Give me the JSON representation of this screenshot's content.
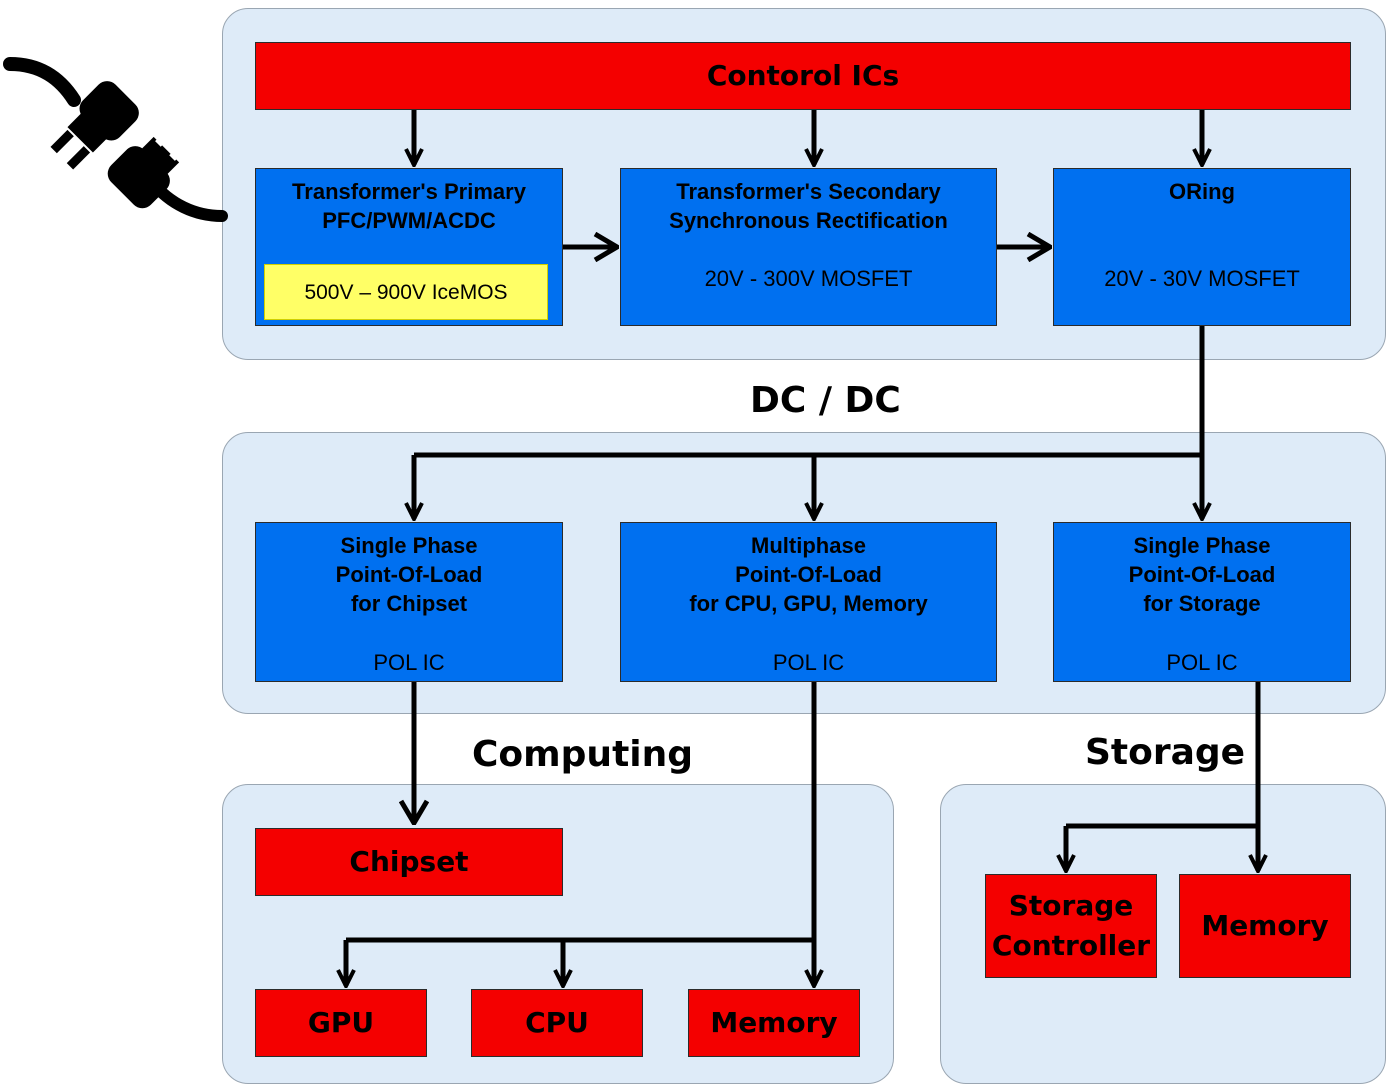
{
  "headings": {
    "dcdc": "DC / DC",
    "computing": "Computing",
    "storage": "Storage"
  },
  "acdc": {
    "control_ics": "Contorol ICs",
    "primary": {
      "title": "Transformer's Primary\nPFC/PWM/ACDC",
      "chip": "500V – 900V IceMOS"
    },
    "secondary": {
      "title": "Transformer's Secondary\nSynchronous Rectification",
      "sub": "20V - 300V MOSFET"
    },
    "oring": {
      "title": "ORing",
      "sub": "20V - 30V MOSFET"
    }
  },
  "dcdc": {
    "chipset_pol": {
      "title": "Single Phase\nPoint-Of-Load\nfor Chipset",
      "sub": "POL IC"
    },
    "multiphase_pol": {
      "title": "Multiphase\nPoint-Of-Load\nfor CPU, GPU, Memory",
      "sub": "POL IC"
    },
    "storage_pol": {
      "title": "Single Phase\nPoint-Of-Load\nfor Storage",
      "sub": "POL IC"
    }
  },
  "computing": {
    "chipset": "Chipset",
    "gpu": "GPU",
    "cpu": "CPU",
    "memory": "Memory"
  },
  "storage": {
    "controller": "Storage\nController",
    "memory": "Memory"
  },
  "colors": {
    "panel": "#deebf8",
    "blue_block": "#0070f0",
    "red_block": "#f40000",
    "chip_highlight": "#ffff66"
  }
}
